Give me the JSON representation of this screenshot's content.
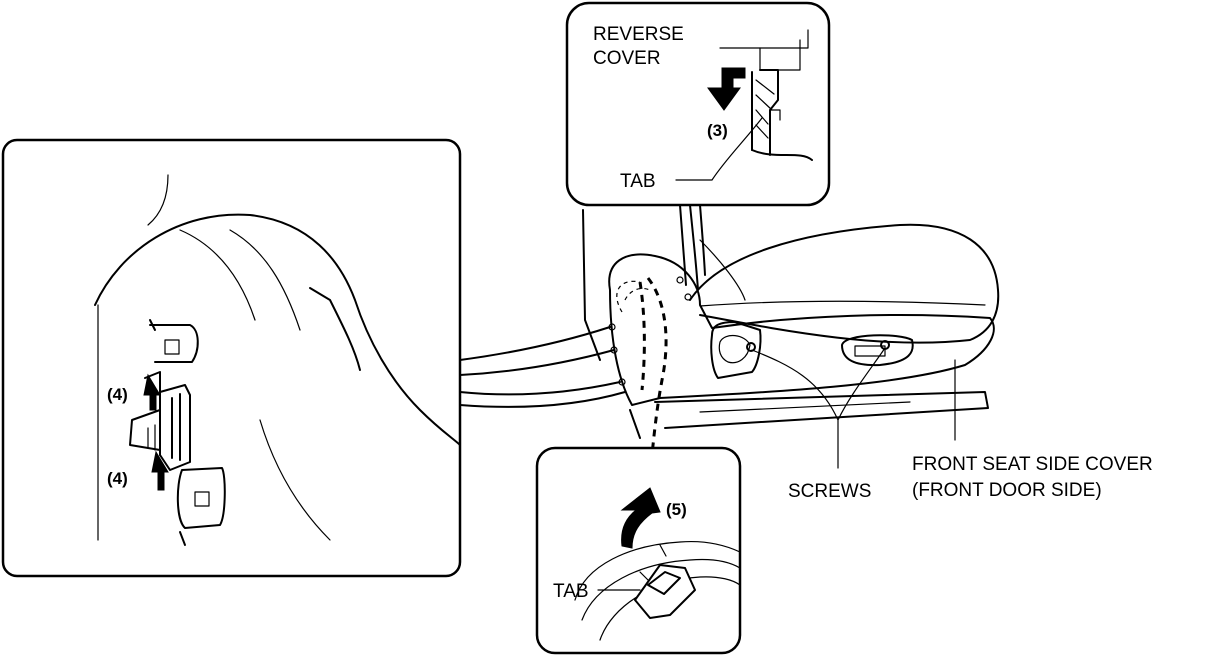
{
  "labels": {
    "reverse_cover_line1": "REVERSE",
    "reverse_cover_line2": "COVER",
    "step_3": "(3)",
    "tab_top": "TAB",
    "step_4_upper": "(4)",
    "step_4_lower": "(4)",
    "step_5": "(5)",
    "tab_bottom": "TAB",
    "screws": "SCREWS",
    "side_cover_line1": "FRONT SEAT SIDE COVER",
    "side_cover_line2": "(FRONT DOOR SIDE)"
  },
  "colors": {
    "line": "#000000",
    "background": "#ffffff"
  },
  "icons": {
    "arrow_3": "down-arrow-icon",
    "arrow_4_upper": "up-arrow-icon",
    "arrow_4_lower": "up-arrow-icon",
    "arrow_5": "curved-arrow-icon"
  }
}
